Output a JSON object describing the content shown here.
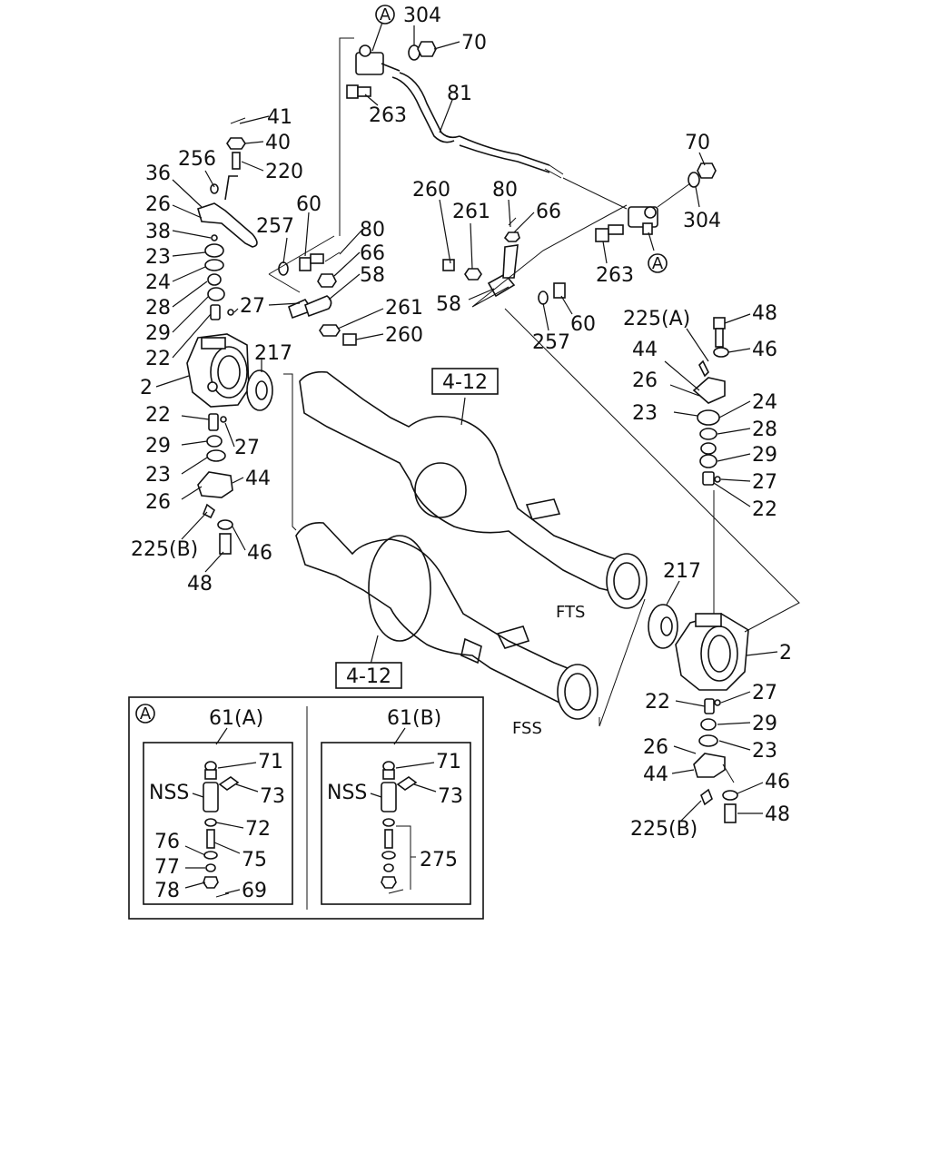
{
  "labels": {
    "l304a": "304",
    "l70a": "70",
    "l81": "81",
    "l263a": "263",
    "l41": "41",
    "l40": "40",
    "l220": "220",
    "l256": "256",
    "l36": "36",
    "l26a": "26",
    "l38": "38",
    "l23a": "23",
    "l24a": "24",
    "l28a": "28",
    "l29a": "29",
    "l22a": "22",
    "l2a": "2",
    "l217a": "217",
    "l257a": "257",
    "l60a": "60",
    "l80a": "80",
    "l66a": "66",
    "l58a": "58",
    "l27a": "27",
    "l261a": "261",
    "l260a": "260",
    "l22b": "22",
    "l29b": "29",
    "l27b": "27",
    "l23b": "23",
    "l26b": "26",
    "l44a": "44",
    "l225b_l": "225(B)",
    "l46a": "46",
    "l48a": "48",
    "l260b": "260",
    "l261b": "261",
    "l80b": "80",
    "l66b": "66",
    "l58b": "58",
    "l257b": "257",
    "l60b": "60",
    "l70b": "70",
    "l304b": "304",
    "l263b": "263",
    "l225a": "225(A)",
    "l48b": "48",
    "l46b": "46",
    "l44b": "44",
    "l26c": "26",
    "l23c": "23",
    "l24b": "24",
    "l28b": "28",
    "l29c": "29",
    "l27c": "27",
    "l22c": "22",
    "l217b": "217",
    "l2b": "2",
    "l22d": "22",
    "l27d": "27",
    "l29d": "29",
    "l26d": "26",
    "l23d": "23",
    "l44c": "44",
    "l46c": "46",
    "l48c": "48",
    "l225b_r": "225(B)",
    "fts": "FTS",
    "fss": "FSS",
    "ref1": "4-12",
    "ref2": "4-12",
    "ca1": "A",
    "ca2": "A",
    "ca3": "A",
    "i61a": "61(A)",
    "i61b": "61(B)",
    "i71a": "71",
    "i73a": "73",
    "insa": "NSS",
    "i72": "72",
    "i76": "76",
    "i75": "75",
    "i77": "77",
    "i78": "78",
    "i69": "69",
    "i71b": "71",
    "i73b": "73",
    "insb": "NSS",
    "i275": "275"
  }
}
